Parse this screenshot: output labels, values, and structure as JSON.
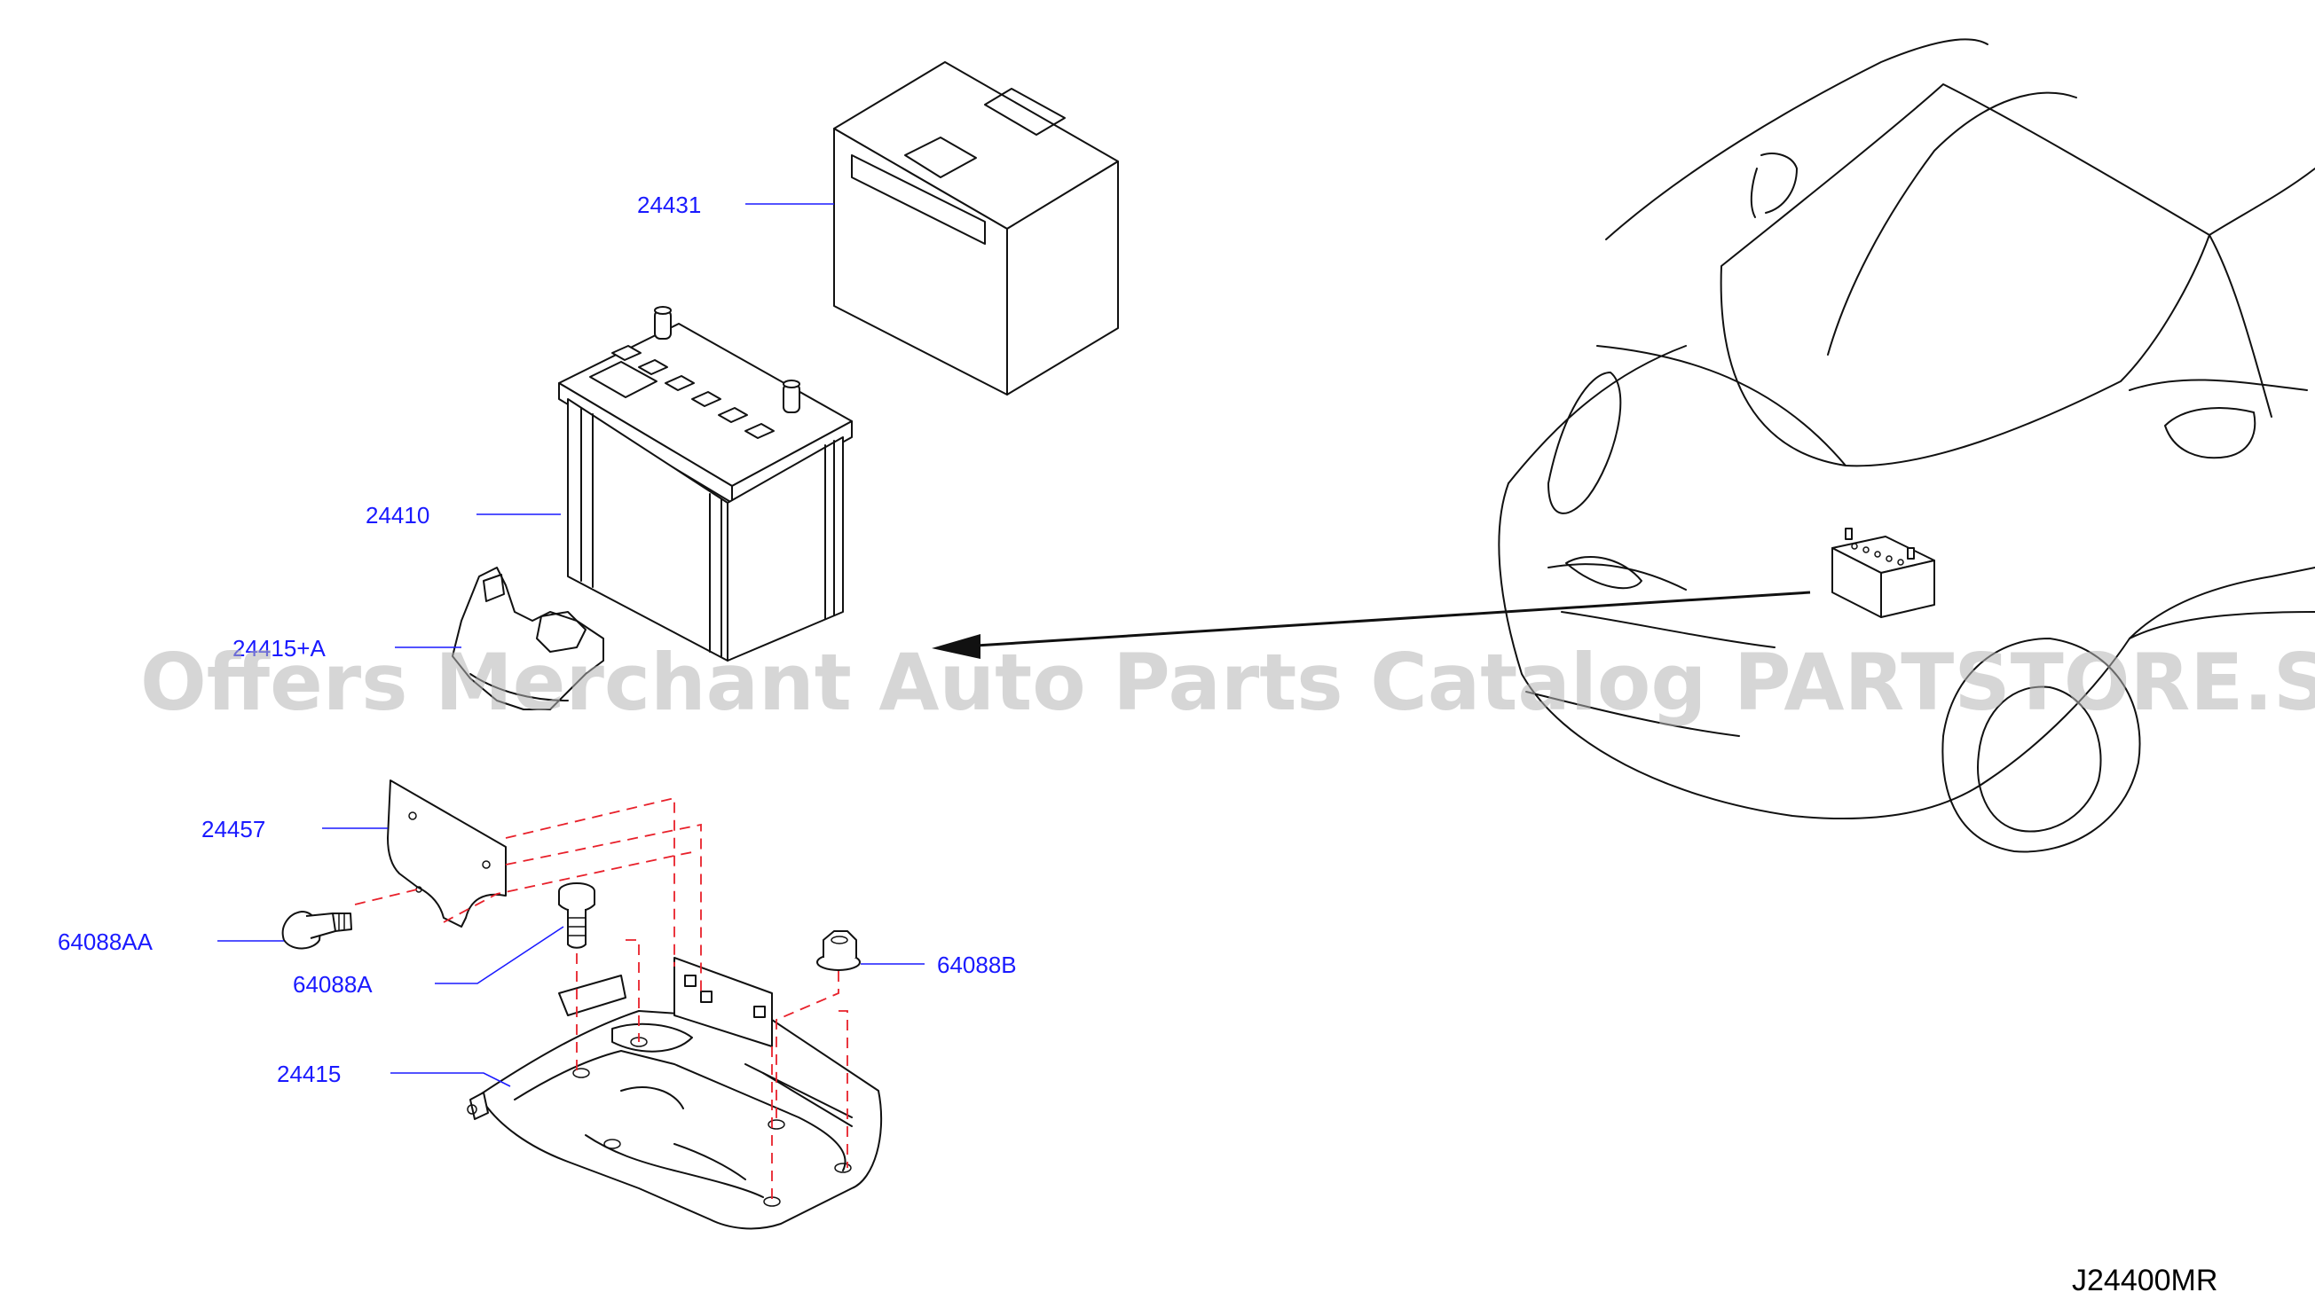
{
  "diagram": {
    "parts": [
      {
        "id": "24431",
        "label": "24431"
      },
      {
        "id": "24410",
        "label": "24410"
      },
      {
        "id": "24415A",
        "label": "24415+A"
      },
      {
        "id": "24457",
        "label": "24457"
      },
      {
        "id": "64088AA",
        "label": "64088AA"
      },
      {
        "id": "64088A",
        "label": "64088A"
      },
      {
        "id": "64088B",
        "label": "64088B"
      },
      {
        "id": "24415",
        "label": "24415"
      }
    ],
    "reference_code": "J24400MR",
    "watermark": "Offers Merchant Auto Parts Catalog PARTSTORE.SA",
    "colors": {
      "label": "#1a1aff",
      "leader": "#1a1aff",
      "dashed_guides": "#e8202a",
      "linework": "#111111",
      "watermark": "#b4b4b4"
    }
  }
}
